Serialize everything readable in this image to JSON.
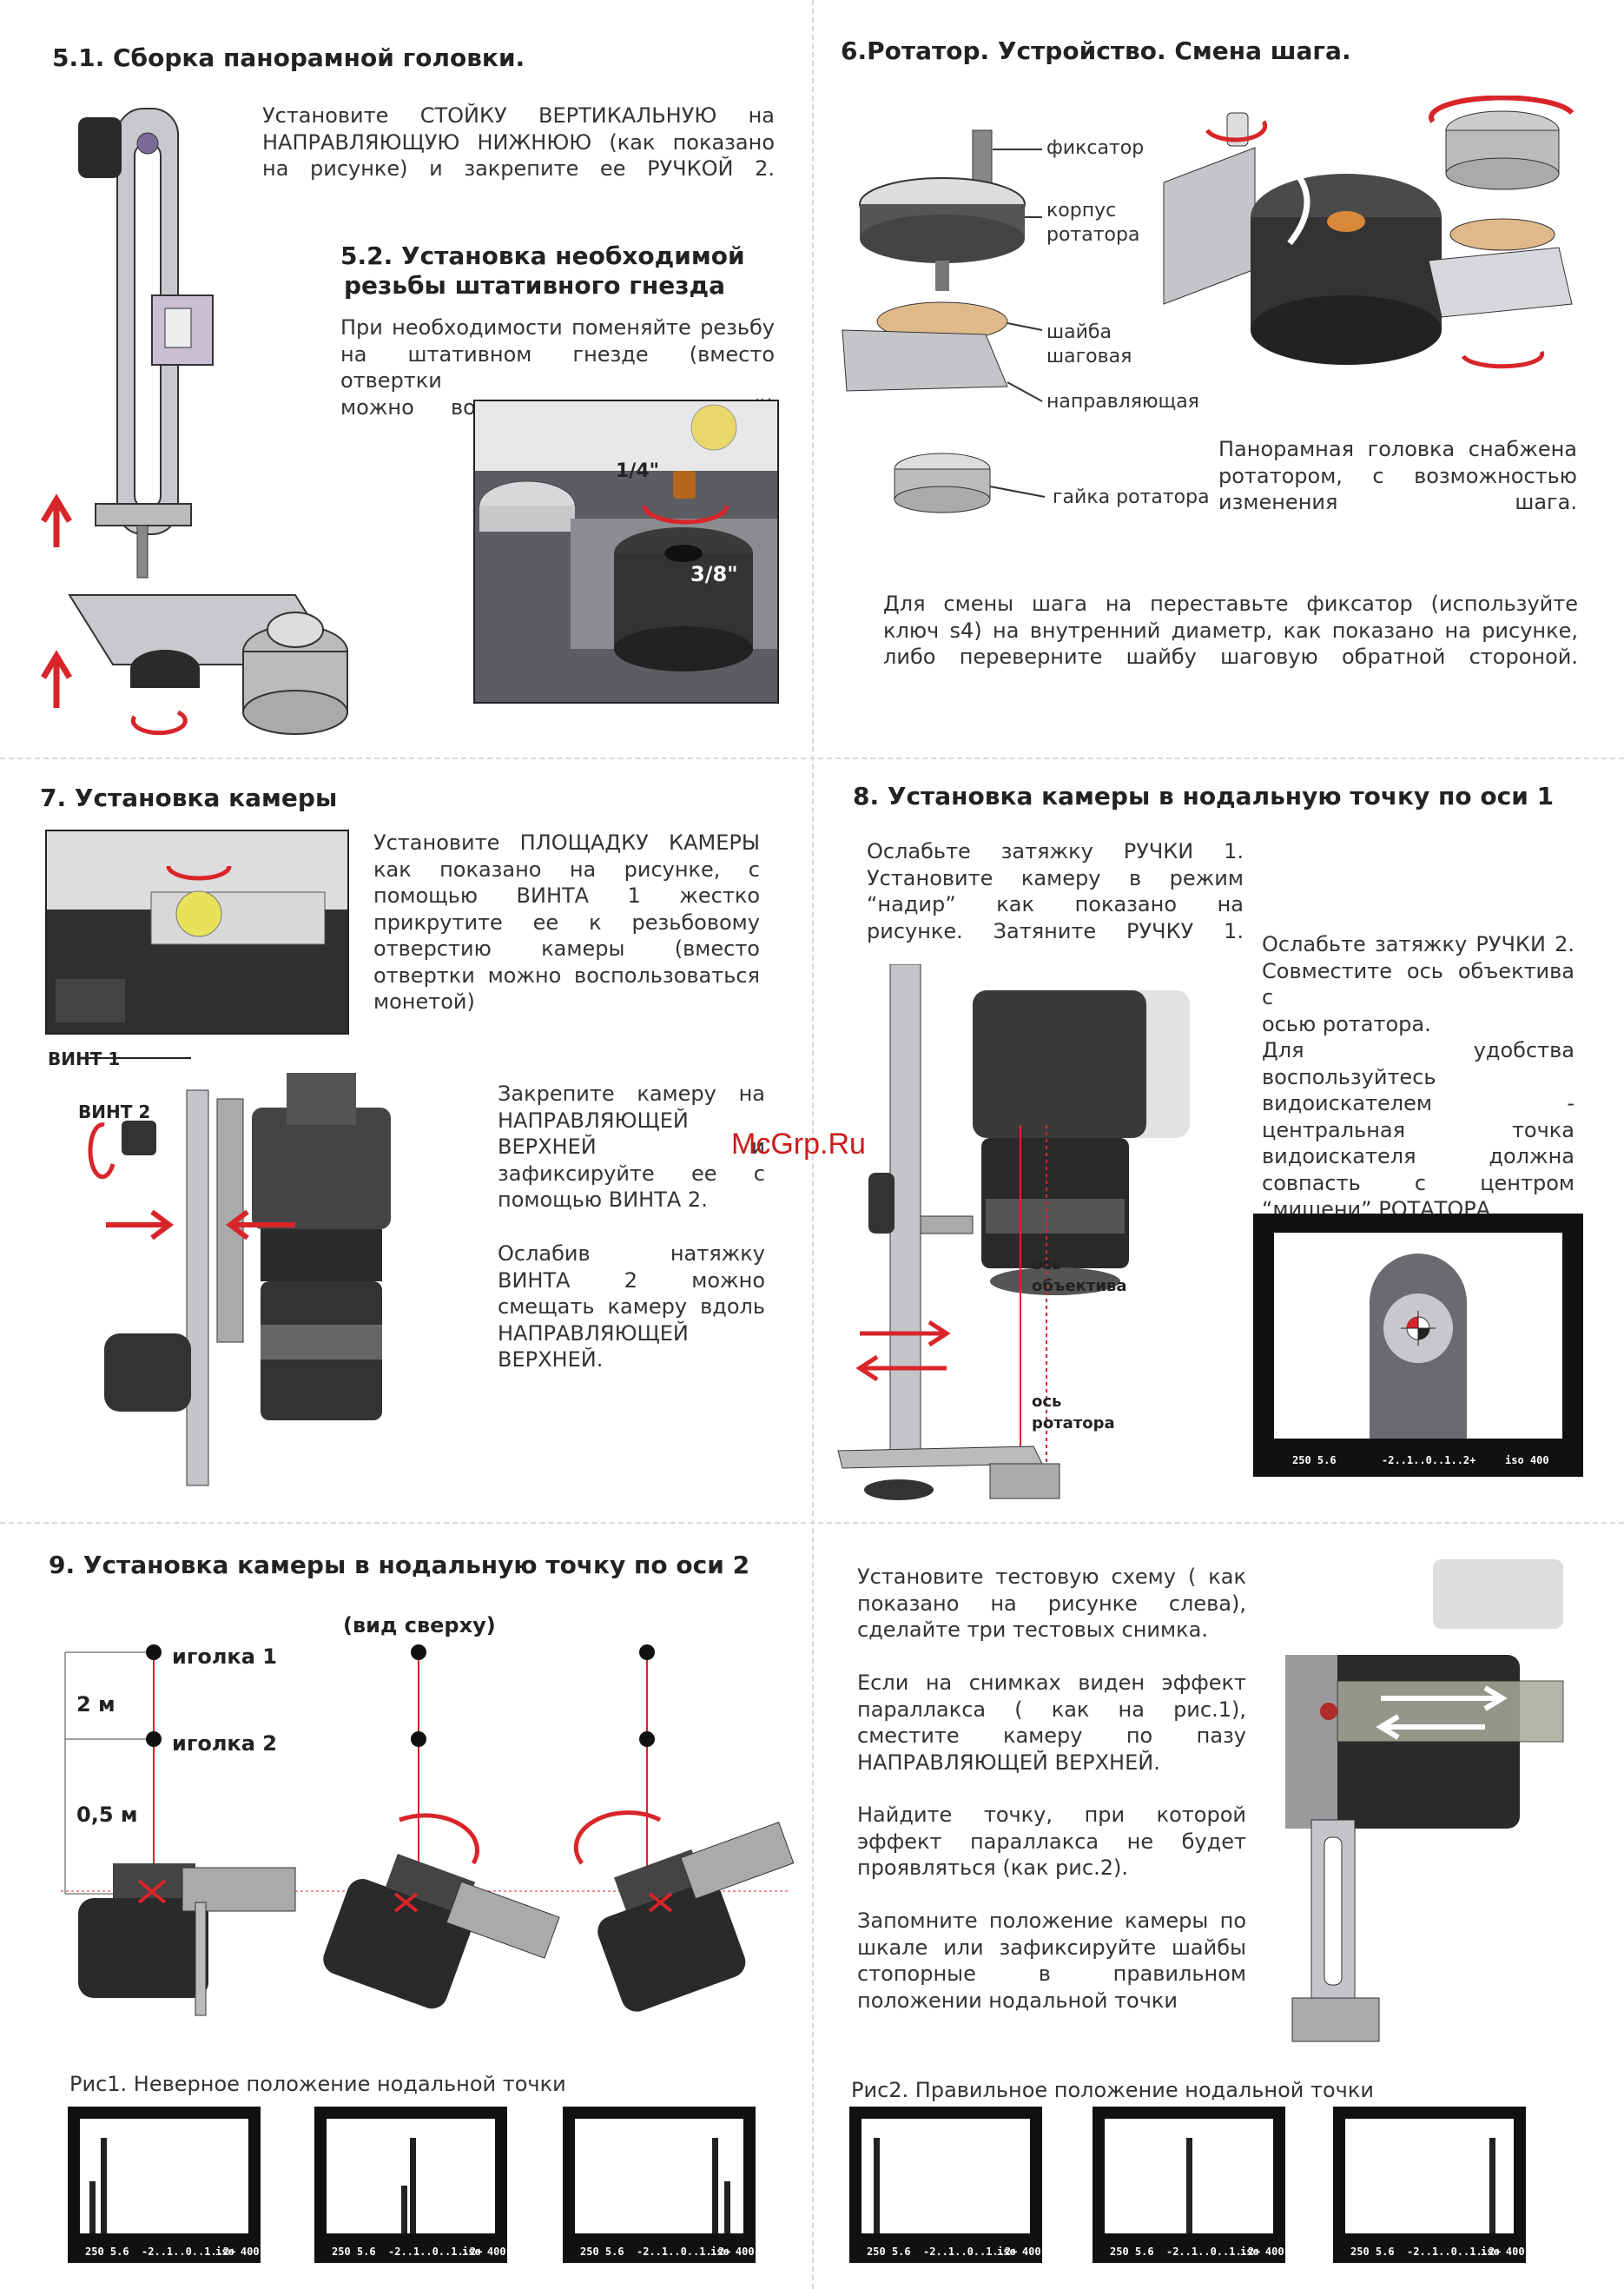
{
  "s51": {
    "title": "5.1. Сборка панорамной головки.",
    "text": [
      "Установите СТОЙКУ ВЕРТИКАЛЬНУЮ на",
      "НАПРАВЛЯЮЩУЮ НИЖНЮЮ (как показано",
      "на рисунке) и закрепите ее РУЧКОЙ 2."
    ]
  },
  "s52": {
    "title_line1": "5.2. Установка необходимой",
    "title_line2": "резьбы штативного гнезда",
    "text": [
      "При необходимости поменяйте резьбу",
      "на штативном гнезде (вместо отвертки",
      "можно воспользоваться монетой)"
    ],
    "thread_a": "1/4\"",
    "thread_b": "3/8\""
  },
  "s6": {
    "title": "6.Ротатор. Устройство. Смена шага.",
    "labels": {
      "latch": "фиксатор",
      "body1": "корпус",
      "body2": "ротатора",
      "washer1": "шайба",
      "washer2": "шаговая",
      "guide": "направляющая",
      "nut": "гайка ротатора"
    },
    "text1": [
      "Панорамная головка снабжена",
      "ротатором, с возможностью",
      "изменения шага."
    ],
    "text2": [
      "Для смены шага на     переставьте фиксатор (используйте",
      "ключ s4) на внутренний диаметр, как показано на рисунке,",
      "либо переверните шайбу шаговую обратной стороной."
    ]
  },
  "s7": {
    "title": "7. Установка камеры",
    "text1": [
      "Установите ПЛОЩАДКУ КАМЕРЫ",
      "как показано на рисунке, с",
      "помощью ВИНТА 1 жестко",
      "прикрутите ее к резьбовому",
      "отверстию камеры (вместо",
      "отвертки можно воспользоваться",
      "монетой)"
    ],
    "screw1": "ВИНТ 1",
    "screw2": "ВИНТ 2",
    "text2": [
      "Закрепите камеру на",
      "НАПРАВЛЯЮЩЕЙ",
      "ВЕРХНЕЙ и",
      "зафиксируйте ее с",
      "помощью ВИНТА 2."
    ],
    "text3": [
      "Ослабив натяжку",
      "ВИНТА 2 можно",
      "смещать камеру вдоль",
      "НАПРАВЛЯЮЩЕЙ",
      "ВЕРХНЕЙ."
    ]
  },
  "watermark": "McGrp.Ru",
  "s8": {
    "title": "8. Установка камеры в нодальную точку по оси 1",
    "text1": [
      "Ослабьте затяжку РУЧКИ 1.",
      "Установите камеру в режим",
      "“надир” как показано на",
      "рисунке. Затяните РУЧКУ 1."
    ],
    "lens_axis1": "ось",
    "lens_axis2": "объектива",
    "rot_axis1": "ось",
    "rot_axis2": "ротатора",
    "text2": [
      "Ослабьте затяжку РУЧКИ 2.",
      "Совместите ось объектива с",
      "осью ротатора.",
      "Для удобства",
      "воспользуйтесь",
      "видоискателем -",
      "центральная точка",
      "видоискателя должна",
      "совпасть с центром",
      "“мишени” РОТАТОРА."
    ],
    "readout": [
      "250  5.6",
      "-2..1..0..1..2+",
      "iso 400"
    ]
  },
  "s9": {
    "title": "9. Установка камеры в нодальную точку по оси 2",
    "view": "(вид сверху)",
    "needle1": "иголка 1",
    "needle2": "иголка 2",
    "dist1": "2 м",
    "dist2": "0,5 м",
    "fig1": "Рис1. Неверное положение нодальной точки",
    "fig2": "Рис2. Правильное положение нодальной точки",
    "text1": [
      "Установите тестовую схему ( как",
      "показано на рисунке слева),",
      "сделайте три тестовых снимка."
    ],
    "text2": [
      "Если на снимках виден эффект",
      "параллакса ( как на рис.1),",
      "сместите камеру по пазу",
      "НАПРАВЛЯЮЩЕЙ ВЕРХНЕЙ."
    ],
    "text3": [
      "Найдите точку, при которой",
      "эффект параллакса не будет",
      "проявляться (как рис.2)."
    ],
    "text4": [
      "Запомните положение камеры по",
      "шкале или зафиксируйте шайбы",
      "стопорные в правильном",
      "положении нодальной точки"
    ],
    "readout": [
      "250  5.6",
      "-2..1..0..1..2+",
      "iso 400"
    ]
  },
  "colors": {
    "arrow": "#d8252a",
    "metal": "#9a9ca0",
    "dark": "#2a2a2a",
    "frame": "#111111"
  }
}
